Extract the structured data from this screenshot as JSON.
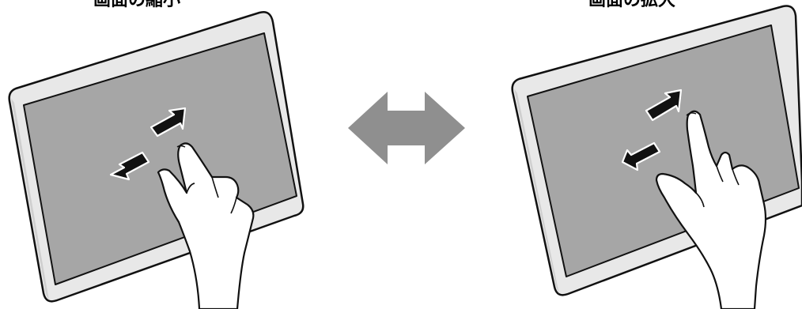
{
  "captions": {
    "shrink": "画面の縮小",
    "enlarge": "画面の拡大"
  },
  "colors": {
    "screen": "#a6a6a6",
    "bezel": "#e8e8e8",
    "outline": "#111111",
    "double_arrow": "#8f8f8f",
    "gesture_arrow": "#111111",
    "hand_fill": "#ffffff"
  },
  "icons": {
    "left_panel": "tablet-pinch-in-illustration",
    "right_panel": "tablet-pinch-out-illustration",
    "center": "double-headed-arrow-icon"
  }
}
